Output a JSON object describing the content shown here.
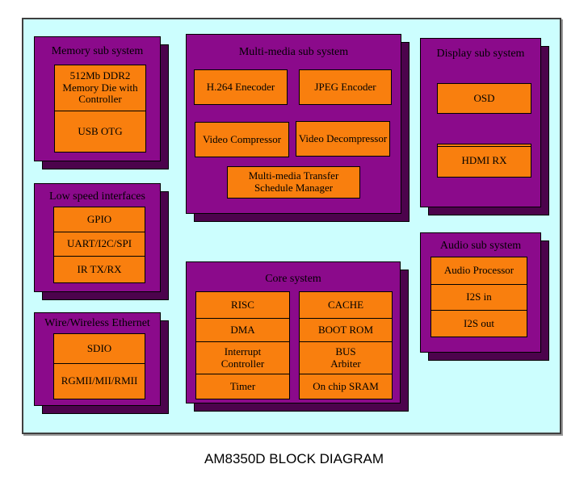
{
  "caption": "AM8350D BLOCK DIAGRAM",
  "colors": {
    "diagram_background": "#CCFEFE",
    "panel_purple": "#8B0A8B",
    "panel_shadow_purple": "#4C034C",
    "block_orange": "#F97F0E",
    "outline_black": "#000000"
  },
  "subsystems": {
    "memory": {
      "title": "Memory sub system",
      "blocks": [
        "512Mb DDR2\nMemory Die with\nController",
        "USB OTG"
      ]
    },
    "low_speed": {
      "title": "Low speed interfaces",
      "blocks": [
        "GPIO",
        "UART/I2C/SPI",
        "IR TX/RX"
      ]
    },
    "ethernet": {
      "title": "Wire/Wireless Ethernet",
      "blocks": [
        "SDIO",
        "RGMII/MII/RMII"
      ]
    },
    "multimedia": {
      "title": "Multi-media sub system",
      "blocks": [
        "H.264 Enecoder",
        "JPEG Encoder",
        "Video Compressor",
        "Video Decompressor",
        "Multi-media Transfer\nSchedule Manager"
      ]
    },
    "core": {
      "title": "Core system",
      "left_blocks": [
        "RISC",
        "DMA",
        "Interrupt\nController",
        "Timer"
      ],
      "right_blocks": [
        "CACHE",
        "BOOT ROM",
        "BUS\nArbiter",
        "On chip SRAM"
      ]
    },
    "display": {
      "title": "Display sub system",
      "blocks": [
        "OSD",
        "HDMI RX"
      ]
    },
    "audio": {
      "title": "Audio sub system",
      "blocks": [
        "Audio Processor",
        "I2S in",
        "I2S out"
      ]
    }
  }
}
